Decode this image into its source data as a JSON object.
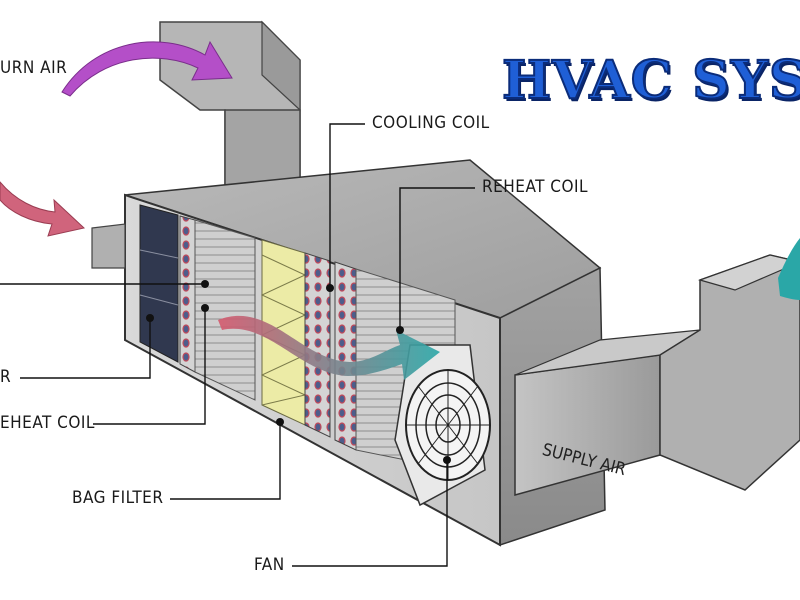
{
  "title": "HVAC SYS",
  "labels": {
    "return_air": "URN AIR",
    "cooling_coil": "COOLING COIL",
    "reheat_coil_top": "REHEAT COIL",
    "filter_partial": "R",
    "preheat_coil": "EHEAT COIL",
    "bag_filter": "BAG FILTER",
    "fan": "FAN",
    "supply_air": "SUPPLY AIR"
  },
  "colors": {
    "title_fill": "#1f5fd6",
    "title_outline": "#0b2c7a",
    "return_air_arrow": "#b44fc8",
    "outside_air_arrow": "#d0647c",
    "flow_arrow": "#2aa7a7",
    "duct_gray": "#a9a9a9",
    "bag_filter_yellow": "#eceba6"
  },
  "icons": [
    "return-air-arrow",
    "outside-air-arrow",
    "airflow-arrow",
    "supply-air-arrow",
    "fan-icon"
  ]
}
